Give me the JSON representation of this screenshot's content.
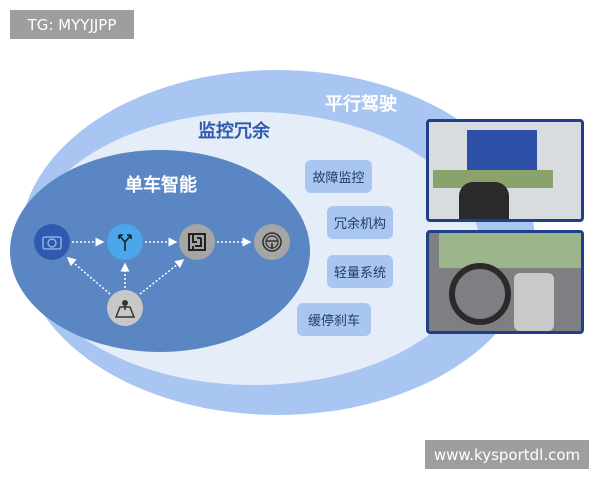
{
  "watermark_top": "TG: MYYJJPP",
  "watermark_bottom": "www.kysportdl.com",
  "layers": {
    "outer": "平行驾驶",
    "middle": "监控冗余",
    "inner": "单车智能"
  },
  "redundancy_items": [
    "故障监控",
    "冗余机构",
    "轻量系统",
    "缓停刹车"
  ],
  "icons": [
    "camera-icon",
    "fork-arrow-icon",
    "maze-icon",
    "steering-wheel-icon",
    "map-pin-icon"
  ],
  "colors": {
    "outer": "#a9c6f3",
    "middle": "#e3ecf8",
    "inner": "#5b86c4",
    "camera": "#2e5bb0",
    "fork": "#4ba6ea",
    "gray": "#a5a5a5"
  }
}
